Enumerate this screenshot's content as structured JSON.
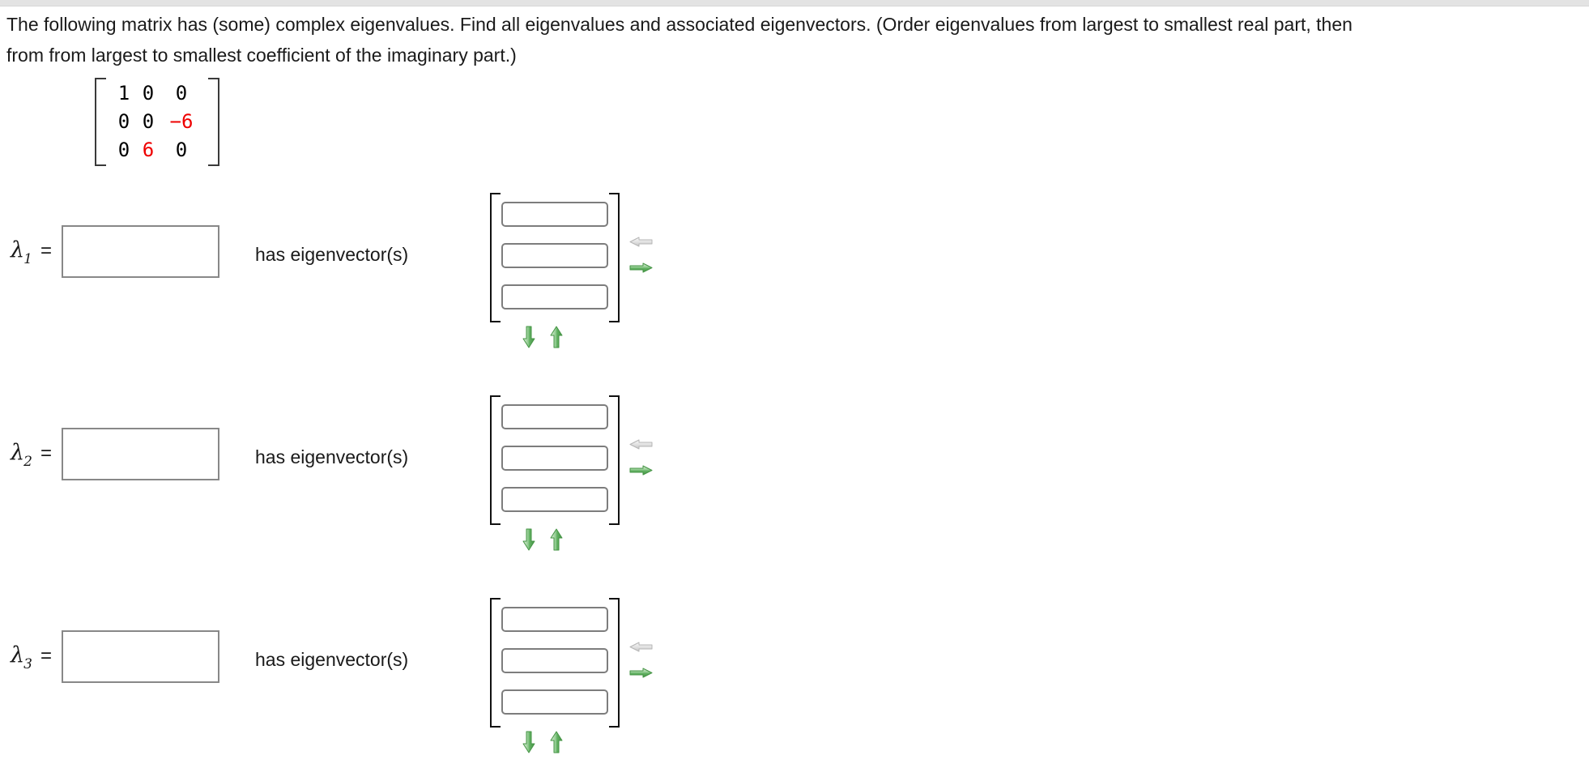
{
  "colors": {
    "accent_green": "#57a757",
    "disabled_gray": "#cdcdcd",
    "input_border": "#888888",
    "highlight_red": "#ee0000",
    "topbar_gray": "#e3e3e3"
  },
  "problem": {
    "line1": "The following matrix has (some) complex eigenvalues. Find all eigenvalues and associated eigenvectors. (Order eigenvalues from largest to smallest real part, then",
    "line2": "from from largest to smallest coefficient of the imaginary part.)"
  },
  "matrix": {
    "cells": [
      {
        "text": "1",
        "color": "#000000"
      },
      {
        "text": "0",
        "color": "#000000"
      },
      {
        "text": "0",
        "color": "#000000"
      },
      {
        "text": "0",
        "color": "#000000"
      },
      {
        "text": "0",
        "color": "#000000"
      },
      {
        "text": "−6",
        "color": "#ee0000"
      },
      {
        "text": "0",
        "color": "#000000"
      },
      {
        "text": "6",
        "color": "#ee0000"
      },
      {
        "text": "0",
        "color": "#000000"
      }
    ]
  },
  "rows": [
    {
      "lambda_base": "λ",
      "lambda_sub": "1",
      "equals": "=",
      "value": "",
      "has_text": "has eigenvector(s)",
      "vector": [
        "",
        "",
        ""
      ]
    },
    {
      "lambda_base": "λ",
      "lambda_sub": "2",
      "equals": "=",
      "value": "",
      "has_text": "has eigenvector(s)",
      "vector": [
        "",
        "",
        ""
      ]
    },
    {
      "lambda_base": "λ",
      "lambda_sub": "3",
      "equals": "=",
      "value": "",
      "has_text": "has eigenvector(s)",
      "vector": [
        "",
        "",
        ""
      ]
    }
  ],
  "icons": {
    "remove_column": "left-arrow (disabled)",
    "add_column": "right-arrow",
    "remove_row": "down-arrow",
    "add_row": "up-arrow"
  }
}
